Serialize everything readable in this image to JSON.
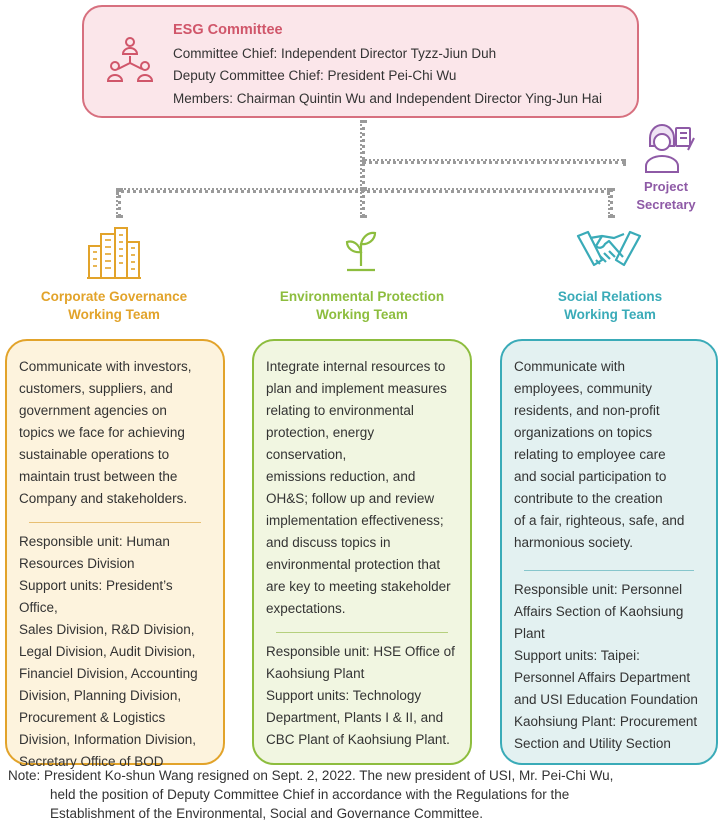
{
  "committee": {
    "title": "ESG Committee",
    "chief": "Committee Chief: Independent Director Tyzz-Jiun Duh",
    "deputy": "Deputy Committee Chief: President Pei-Chi Wu",
    "members": "Members: Chairman Quintin Wu and Independent Director Ying-Jun Hai",
    "icon": "people-hierarchy-icon"
  },
  "secretary": {
    "line1": "Project",
    "line2": "Secretary",
    "icon": "secretary-icon"
  },
  "teams": [
    {
      "title1": "Corporate Governance",
      "title2": "Working Team",
      "icon": "buildings-icon",
      "color": "#e2a32a",
      "fill": "#fdf3dd",
      "description": [
        "Communicate with investors,",
        "customers, suppliers, and",
        "government agencies on",
        "topics we face for achieving",
        "sustainable operations to",
        "maintain trust between the",
        "Company and stakeholders."
      ],
      "units": [
        "Responsible unit: Human",
        "Resources Division",
        "Support units: President’s Office,",
        "Sales Division, R&D Division,",
        "Legal Division, Audit Division,",
        "Financiel Division, Accounting",
        "Division, Planning Division,",
        "Procurement & Logistics",
        "Division, Information Division,",
        "Secretary Office of BOD"
      ]
    },
    {
      "title1": "Environmental Protection",
      "title2": "Working Team",
      "icon": "sprout-icon",
      "color": "#8dbd3e",
      "fill": "#f1f6e1",
      "description": [
        "Integrate internal resources to",
        "plan and implement measures",
        "relating to environmental",
        "protection, energy conservation,",
        "emissions reduction, and",
        "OH&S; follow up and review",
        "implementation effectiveness;",
        "and discuss topics in",
        "environmental protection that",
        "are key to meeting stakeholder",
        "expectations."
      ],
      "units": [
        "Responsible unit: HSE Office of",
        "Kaohsiung Plant",
        "Support units: Technology",
        "Department, Plants I & II, and",
        "CBC Plant of Kaohsiung Plant."
      ]
    },
    {
      "title1": "Social Relations",
      "title2": "Working Team",
      "icon": "handshake-icon",
      "color": "#3aabb8",
      "fill": "#e3f1f1",
      "description": [
        "Communicate with",
        "employees, community",
        "residents, and non-profit",
        "organizations on topics",
        "relating to employee care",
        "and social participation to",
        "contribute to the creation",
        "of a fair, righteous, safe, and",
        "harmonious society."
      ],
      "units": [
        "Responsible unit: Personnel",
        "Affairs Section of Kaohsiung",
        "Plant",
        "Support units: Taipei:",
        "Personnel Affairs Department",
        "and USI Education Foundation",
        "Kaohsiung Plant: Procurement",
        "Section and Utility Section"
      ]
    }
  ],
  "note": {
    "line1": "Note: President Ko-shun Wang resigned on Sept. 2, 2022.  The new president of USI, Mr. Pei-Chi Wu,",
    "line2": "held the position of Deputy Committee Chief in accordance with the Regulations for the",
    "line3": "Establishment of the Environmental, Social and Governance Committee."
  }
}
